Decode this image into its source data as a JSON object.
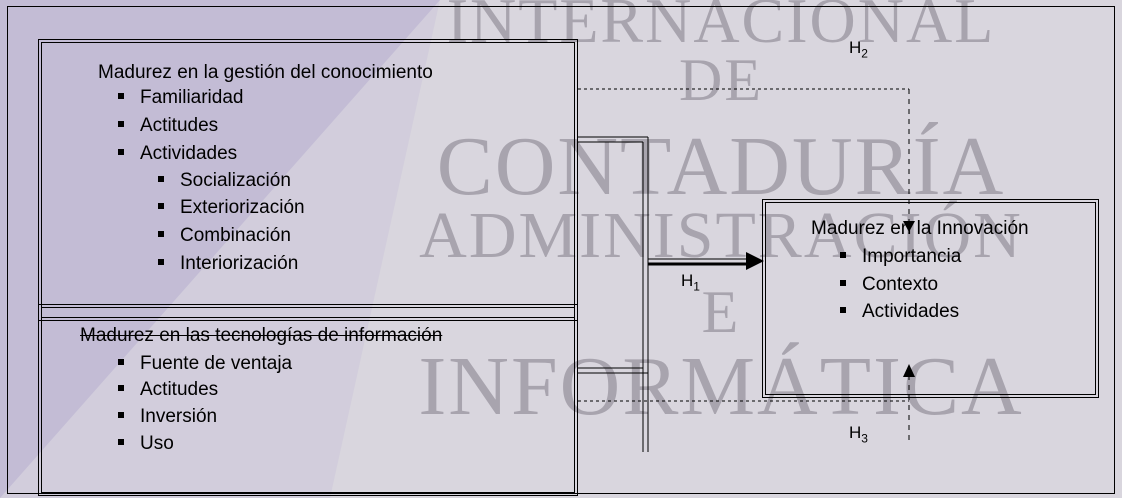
{
  "watermark": {
    "line1": "INTERNACIONAL",
    "line2": "DE",
    "line3": "CONTADURÍA",
    "line4": "ADMINISTRACIÓN",
    "line5": "E",
    "line6": "INFORMÁTICA"
  },
  "km_box": {
    "title": "Madurez en la gestión del conocimiento",
    "items": [
      "Familiaridad",
      "Actitudes",
      "Actividades"
    ],
    "subitems": [
      "Socialización",
      "Exteriorización",
      "Combinación",
      "Interiorización"
    ]
  },
  "it_box": {
    "title": "Madurez en las tecnologías de información",
    "items": [
      "Fuente de ventaja",
      "Actitudes",
      "Inversión",
      "Uso"
    ]
  },
  "innovation_box": {
    "title": "Madurez en la Innovación",
    "items": [
      "Importancia",
      "Contexto",
      "Actividades"
    ]
  },
  "hypotheses": {
    "h1": {
      "letter": "H",
      "sub": "1"
    },
    "h2": {
      "letter": "H",
      "sub": "2"
    },
    "h3": {
      "letter": "H",
      "sub": "3"
    }
  }
}
